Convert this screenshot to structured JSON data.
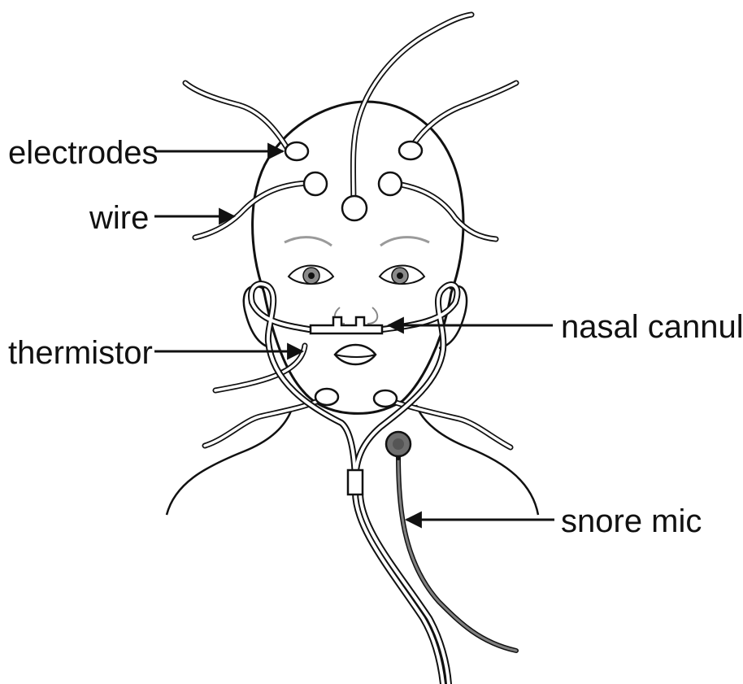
{
  "labels": {
    "electrodes": "electrodes",
    "wire": "wire",
    "thermistor": "thermistor",
    "nasal_cannula": "nasal cannula",
    "snore_mic": "snore mic"
  },
  "colors": {
    "line": "#111111",
    "wire_fill": "#ffffff",
    "eye_iris": "#8a8a8a",
    "brow": "#9a9a9a",
    "mic_body": "#6e6e6e",
    "mic_cable": "#808080"
  }
}
